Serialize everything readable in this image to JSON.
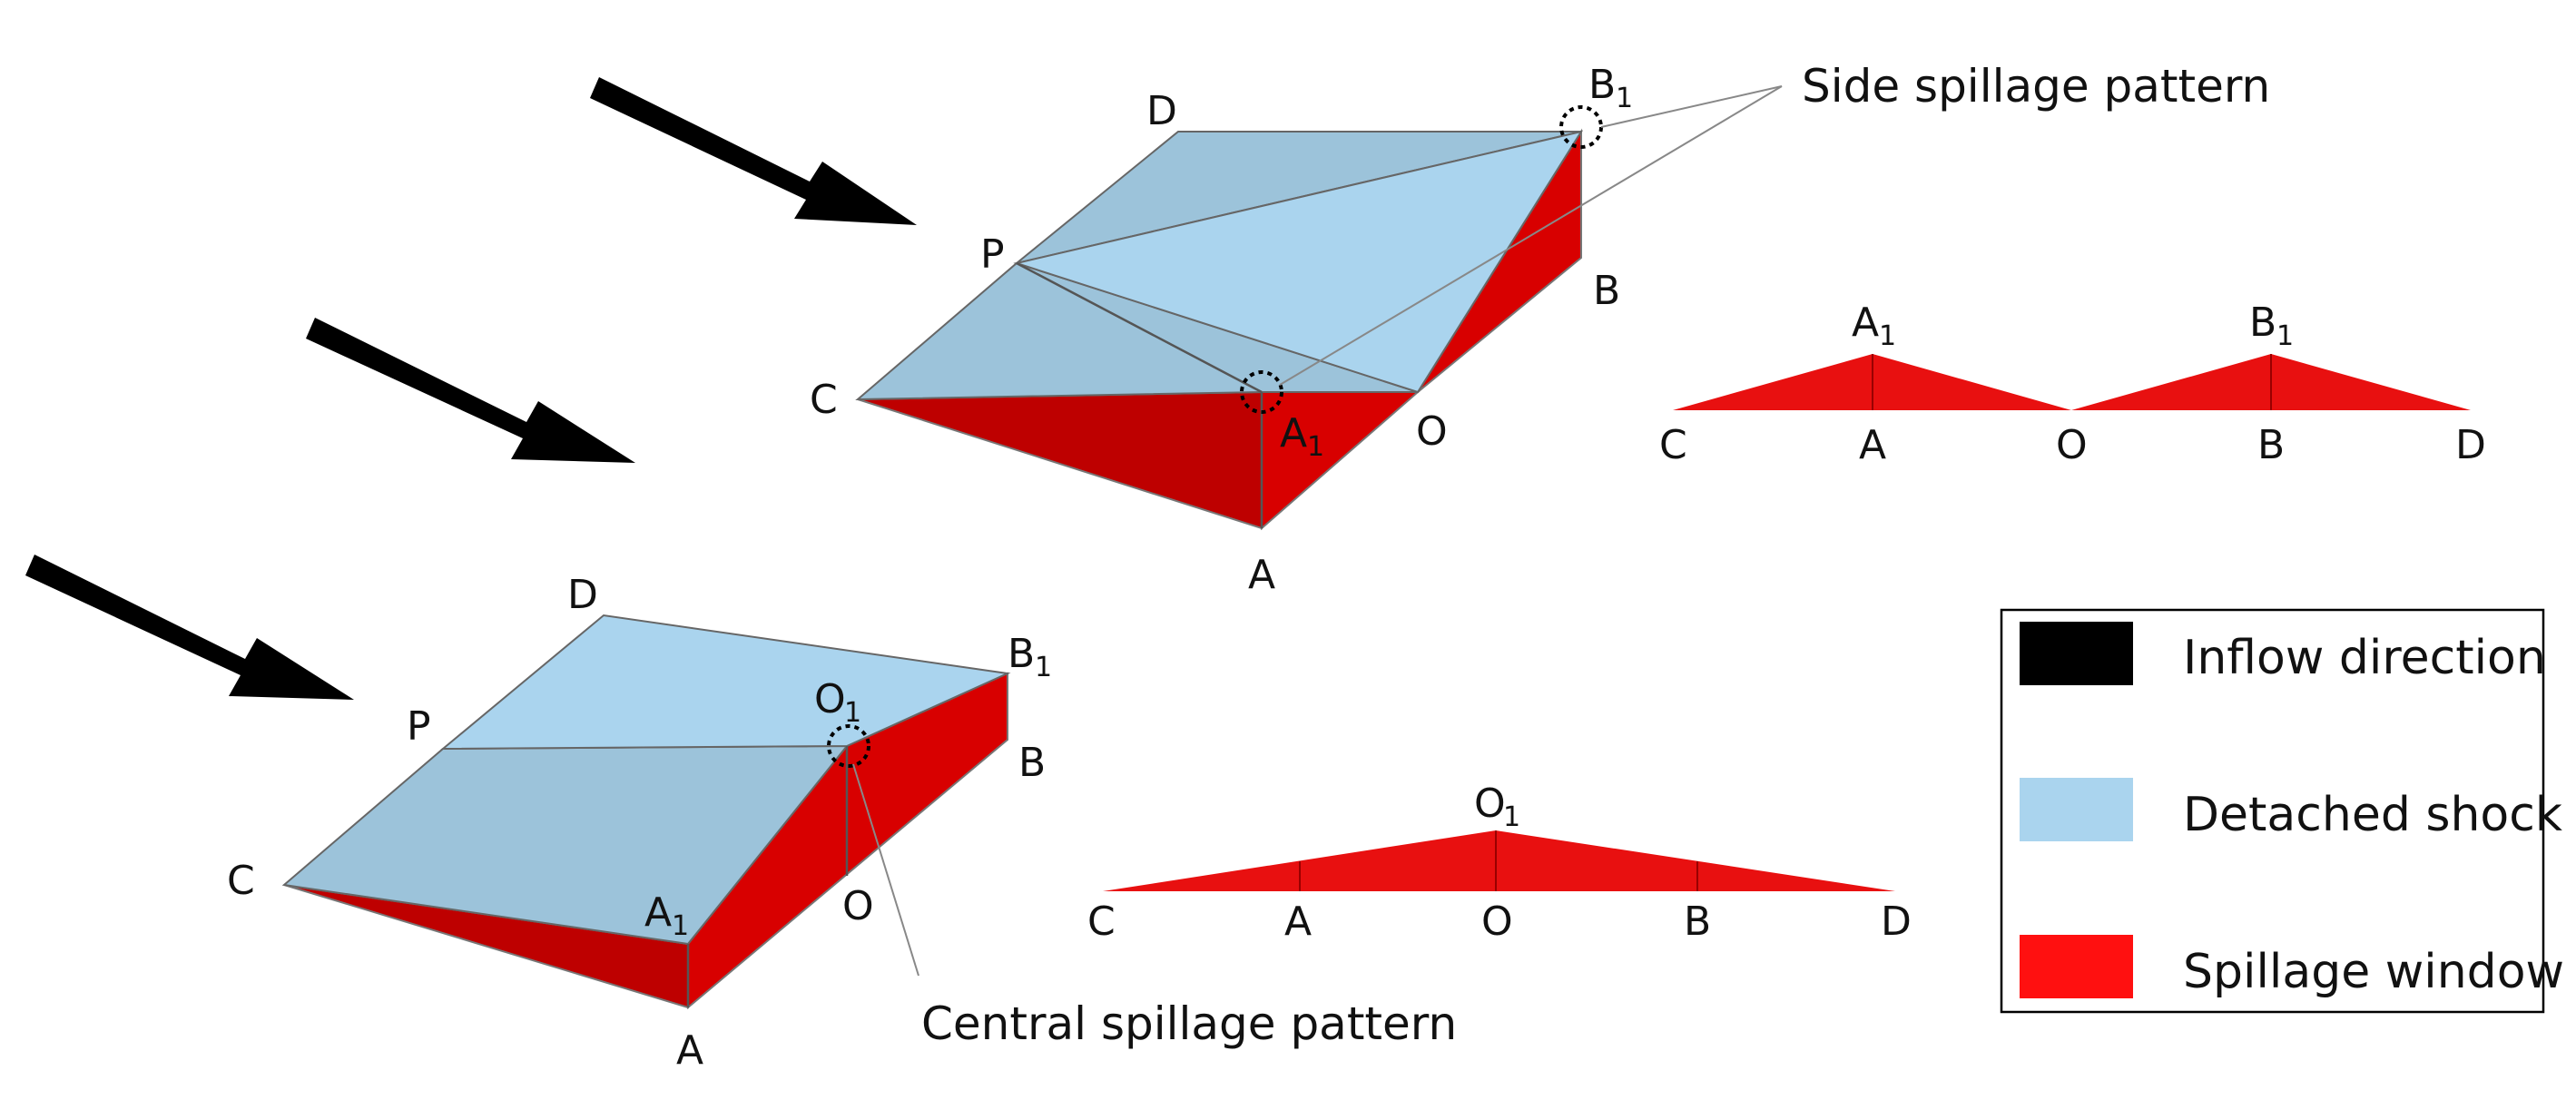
{
  "colors": {
    "inflow": "#000000",
    "shock_light": "#aad4ee",
    "shock_dark": "#9cc3da",
    "spill_red": "#e81010",
    "spill_dark": "#be0000",
    "spill_mid": "#d80000"
  },
  "top_model": {
    "labels": {
      "D": "D",
      "P": "P",
      "C": "C",
      "O": "O",
      "A": "A",
      "B": "B",
      "A1": "A",
      "A1_sub": "1",
      "B1": "B",
      "B1_sub": "1"
    },
    "annotation": "Side spillage pattern"
  },
  "bottom_model": {
    "labels": {
      "D": "D",
      "P": "P",
      "C": "C",
      "O": "O",
      "A": "A",
      "B": "B",
      "A1": "A",
      "A1_sub": "1",
      "B1": "B",
      "B1_sub": "1",
      "O1": "O",
      "O1_sub": "1"
    },
    "annotation": "Central spillage pattern"
  },
  "side_profile": {
    "axis": [
      "C",
      "A",
      "O",
      "B",
      "D"
    ],
    "peak1": "A",
    "peak1_sub": "1",
    "peak2": "B",
    "peak2_sub": "1"
  },
  "central_profile": {
    "axis": [
      "C",
      "A",
      "O",
      "B",
      "D"
    ],
    "peak": "O",
    "peak_sub": "1"
  },
  "legend": {
    "items": [
      {
        "label": "Inflow direction",
        "color": "#000000"
      },
      {
        "label": "Detached shock",
        "color": "#aad4ee"
      },
      {
        "label": "Spillage window",
        "color": "#ff1010"
      }
    ]
  }
}
